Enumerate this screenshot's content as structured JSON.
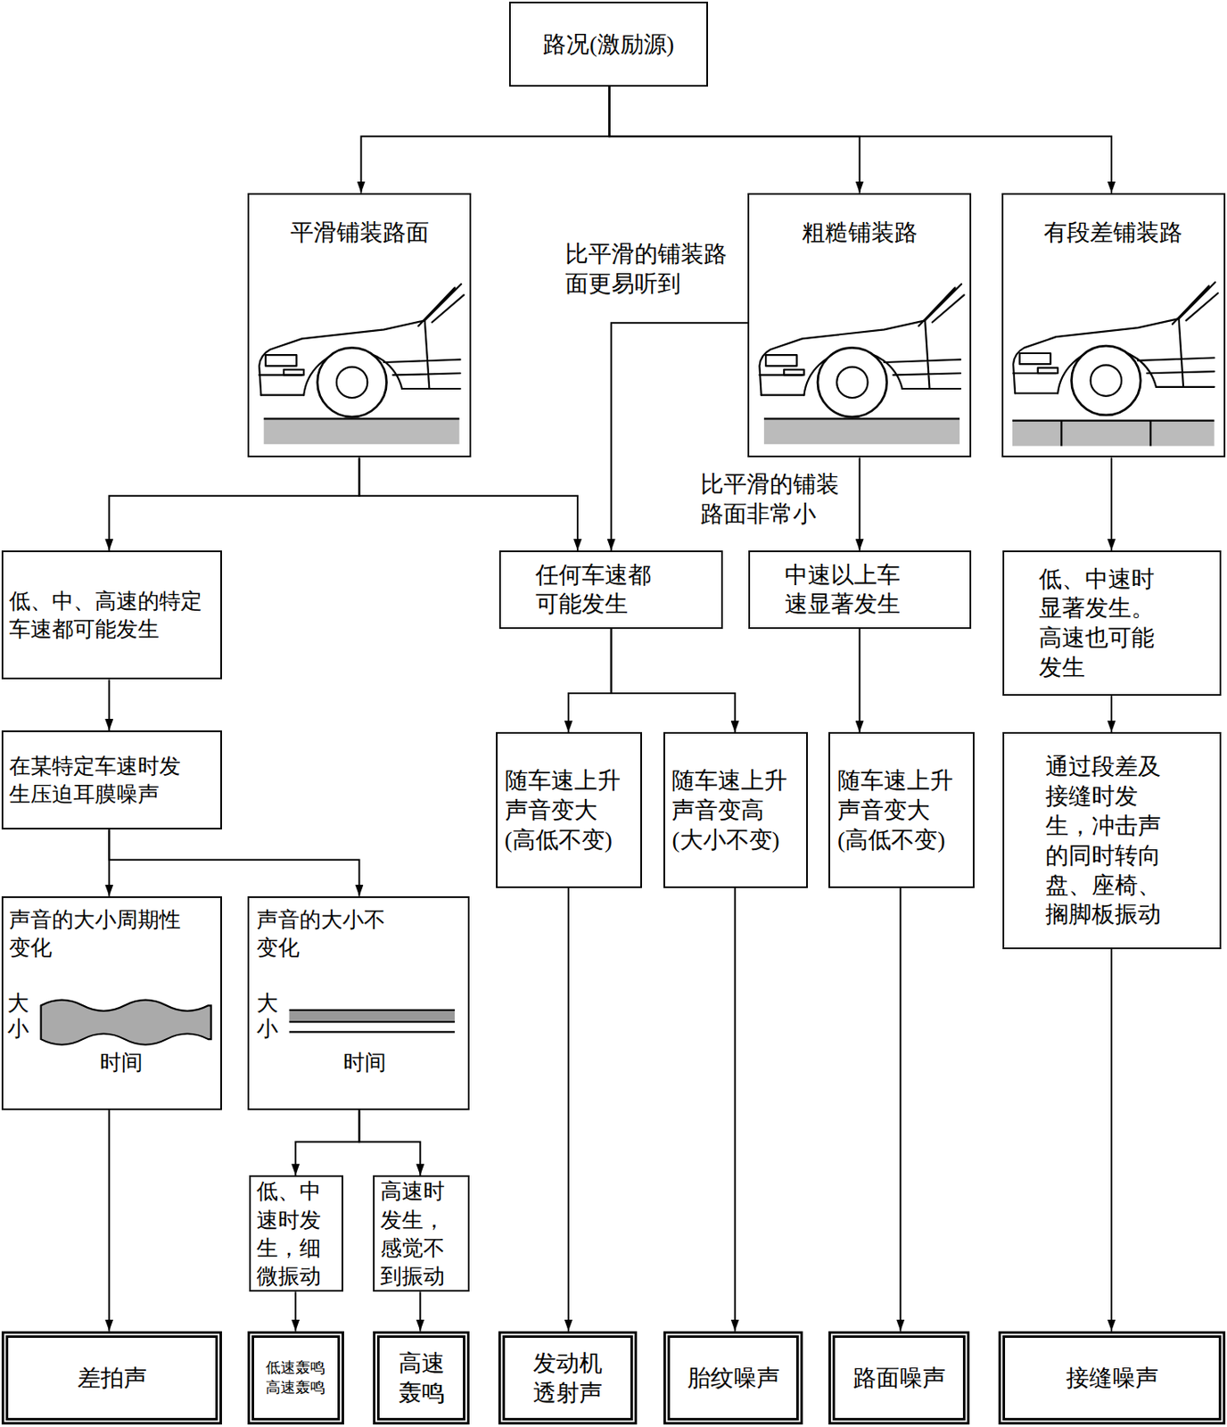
{
  "diagram": {
    "nodes": [
      {
        "text": [
          "路况(激励源)"
        ]
      },
      {
        "text": [
          "平滑铺装路面"
        ]
      },
      {
        "text": [
          "粗糙铺装路"
        ]
      },
      {
        "text": [
          "有段差铺装路"
        ]
      },
      {
        "text": [
          "低、中、高速的特定车速都可能发生"
        ]
      },
      {
        "text": [
          "任何车速都可能发生"
        ]
      },
      {
        "text": [
          "中速以上车速显著发生"
        ]
      },
      {
        "text": [
          "低、中速时显著发生。高速也可能发生"
        ]
      },
      {
        "text": [
          "在某特定车速时发生压迫耳膜噪声"
        ]
      },
      {
        "text": [
          "随车速上升声音变大(高低不变)"
        ]
      },
      {
        "text": [
          "随车速上升声音变高(大小不变)"
        ]
      },
      {
        "text": [
          "随车速上升声音变大(高低不变)"
        ]
      },
      {
        "text": [
          "通过段差及接缝时发生，冲击声的同时转向盘、座椅、搁脚板振动"
        ]
      },
      {
        "text": [
          "声音的大小周期性变化",
          "大",
          "小",
          "时间"
        ]
      },
      {
        "text": [
          "声音的大小不变化",
          "大",
          "小",
          "时间"
        ]
      },
      {
        "text": [
          "低、中速时发生，细微振动"
        ]
      },
      {
        "text": [
          "高速时发生，感觉不到振动"
        ]
      },
      {
        "text": [
          "差拍声"
        ]
      },
      {
        "text": [
          "低速轰鸣 高速轰鸣"
        ]
      },
      {
        "text": [
          "高速轰鸣"
        ]
      },
      {
        "text": [
          "发动机透射声"
        ]
      },
      {
        "text": [
          "胎纹噪声"
        ]
      },
      {
        "text": [
          "路面噪声"
        ]
      },
      {
        "text": [
          "接缝噪声"
        ]
      }
    ],
    "edges": [
      {
        "from": 0,
        "to": 1,
        "arrow": "to"
      },
      {
        "from": 0,
        "to": 2,
        "arrow": "to"
      },
      {
        "from": 0,
        "to": 3,
        "arrow": "to"
      },
      {
        "from": 1,
        "to": 4,
        "arrow": "to"
      },
      {
        "from": 1,
        "to": 5,
        "arrow": "to"
      },
      {
        "from": 2,
        "to": 5,
        "label": "比平滑的铺装路面更易听到",
        "arrow": "to"
      },
      {
        "from": 2,
        "to": 6,
        "label": "比平滑的铺装路面非常小",
        "arrow": "to"
      },
      {
        "from": 3,
        "to": 7,
        "arrow": "to"
      },
      {
        "from": 4,
        "to": 8,
        "arrow": "to"
      },
      {
        "from": 8,
        "to": 13,
        "arrow": "to"
      },
      {
        "from": 8,
        "to": 14,
        "arrow": "to"
      },
      {
        "from": 5,
        "to": 9,
        "arrow": "to"
      },
      {
        "from": 5,
        "to": 10,
        "arrow": "to"
      },
      {
        "from": 6,
        "to": 11,
        "arrow": "to"
      },
      {
        "from": 7,
        "to": 12,
        "arrow": "to"
      },
      {
        "from": 13,
        "to": 17,
        "arrow": "to"
      },
      {
        "from": 14,
        "to": 15,
        "arrow": "to"
      },
      {
        "from": 14,
        "to": 16,
        "arrow": "to"
      },
      {
        "from": 15,
        "to": 18,
        "arrow": "to"
      },
      {
        "from": 16,
        "to": 19,
        "arrow": "to"
      },
      {
        "from": 9,
        "to": 20,
        "arrow": "to"
      },
      {
        "from": 10,
        "to": 21,
        "arrow": "to"
      },
      {
        "from": 11,
        "to": 22,
        "arrow": "to"
      },
      {
        "from": 12,
        "to": 23,
        "arrow": "to"
      }
    ]
  }
}
